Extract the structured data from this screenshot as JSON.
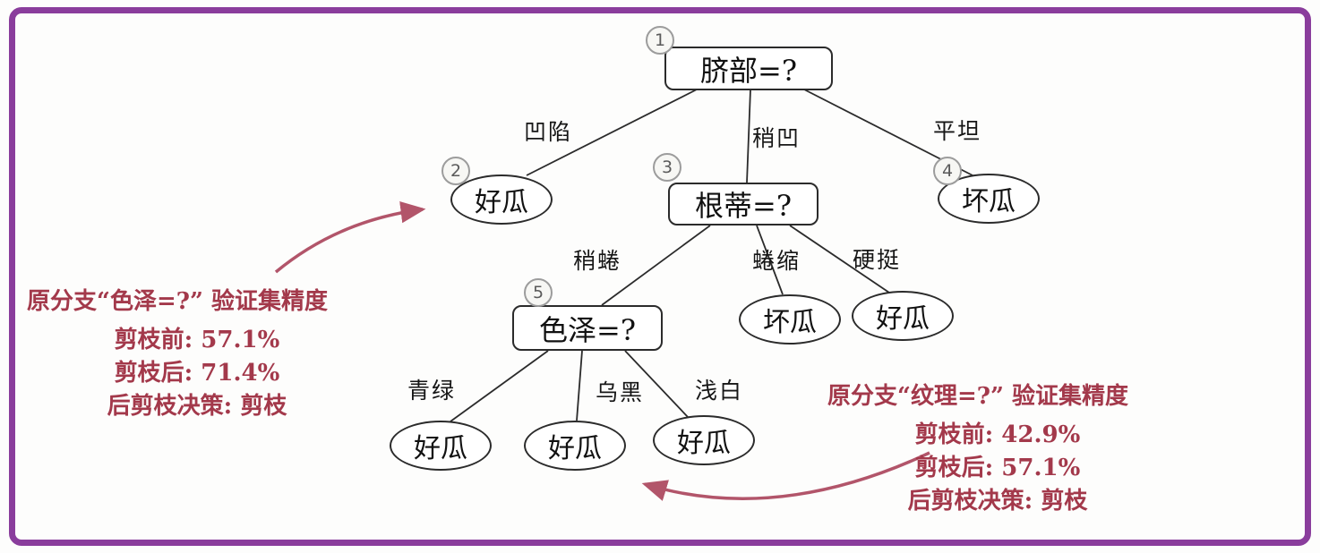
{
  "colors": {
    "frame_border": "#8a3d9c",
    "annotation_text": "#a3394b",
    "arrow": "#b2556a",
    "node_border": "#2b2b2b"
  },
  "tree": {
    "decision_nodes": [
      {
        "badge": "1",
        "label": "脐部=?"
      },
      {
        "badge": "3",
        "label": "根蒂=?"
      },
      {
        "badge": "5",
        "label": "色泽=?"
      }
    ],
    "leaf_nodes": [
      {
        "badge": "2",
        "label": "好瓜"
      },
      {
        "badge": "4",
        "label": "坏瓜"
      },
      {
        "label": "坏瓜"
      },
      {
        "label": "好瓜"
      },
      {
        "label": "好瓜"
      },
      {
        "label": "好瓜"
      },
      {
        "label": "好瓜"
      }
    ],
    "edge_labels": [
      "凹陷",
      "稍凹",
      "平坦",
      "稍蜷",
      "蜷缩",
      "硬挺",
      "青绿",
      "乌黑",
      "浅白"
    ]
  },
  "annotations": {
    "left": {
      "title": "原分支“色泽=?”  验证集精度",
      "line1": "剪枝前: 57.1%",
      "line2": "剪枝后: 71.4%",
      "line3": "后剪枝决策: 剪枝"
    },
    "right": {
      "title": "原分支“纹理=?”  验证集精度",
      "line1": "剪枝前: 42.9%",
      "line2": "剪枝后: 57.1%",
      "line3": "后剪枝决策: 剪枝"
    }
  }
}
